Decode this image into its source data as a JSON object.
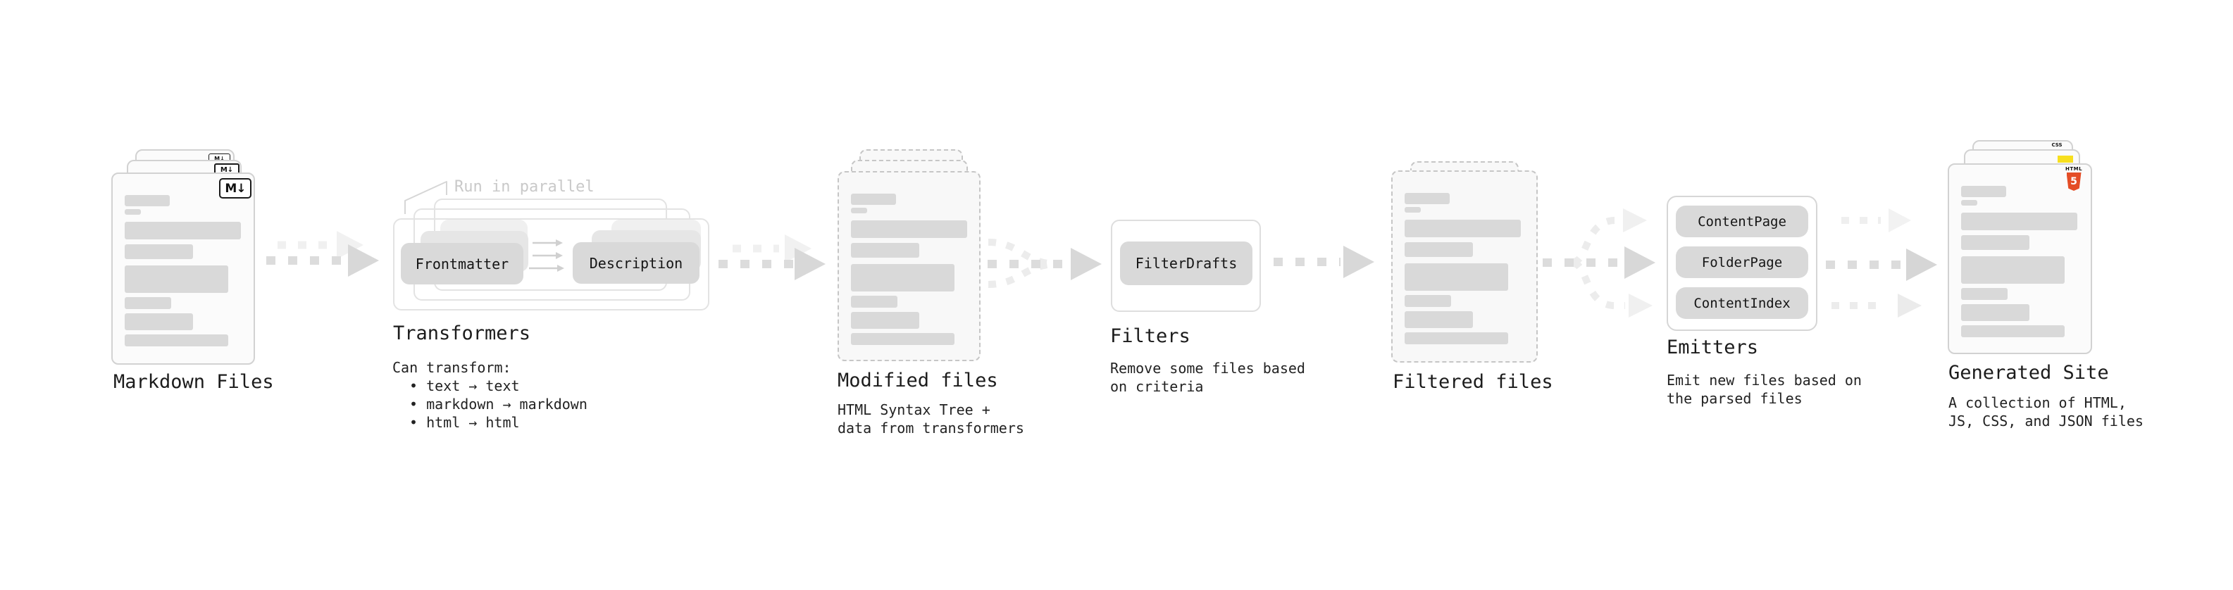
{
  "nodes": {
    "markdown": {
      "title": "Markdown Files",
      "badge": "M↓"
    },
    "transformers": {
      "title": "Transformers",
      "annotation": "Run in parallel",
      "pill_left": "Frontmatter",
      "pill_right": "Description",
      "desc": "Can transform:",
      "bullets": [
        "• text → text",
        "• markdown → markdown",
        "• html → html"
      ]
    },
    "modified": {
      "title": "Modified files",
      "desc_line1": "HTML Syntax Tree +",
      "desc_line2": "data from transformers"
    },
    "filters": {
      "title": "Filters",
      "pill": "FilterDrafts",
      "desc_line1": "Remove some files based",
      "desc_line2": "on criteria"
    },
    "filtered": {
      "title": "Filtered files"
    },
    "emitters": {
      "title": "Emitters",
      "pills": [
        "ContentPage",
        "FolderPage",
        "ContentIndex"
      ],
      "desc_line1": "Emit new files based on",
      "desc_line2": "the parsed files"
    },
    "generated": {
      "title": "Generated Site",
      "desc_line1": "A collection of HTML,",
      "desc_line2": "JS, CSS, and JSON files",
      "html5_icon_label": "HTML",
      "html5_icon_number": "5",
      "css_icon_label": "CSS"
    }
  },
  "colors": {
    "html5_orange": "#e44d26",
    "js_yellow": "#f7df1e",
    "css_blue": "#2962e5",
    "placeholder_bar": "#d9d9d9",
    "arrow_gray": "#dcdcdc",
    "arrow_light": "#efefef",
    "text": "#1c1c1c",
    "annotation_gray": "#c9c9c9"
  }
}
